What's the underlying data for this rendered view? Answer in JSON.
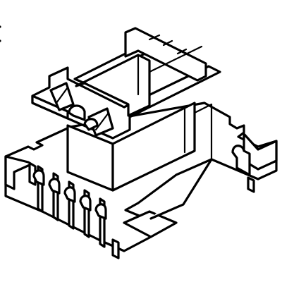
{
  "figure": {
    "subject": "transformer-bobbin",
    "style": "black-line-drawing-on-white",
    "colors": {
      "line": "#000000",
      "background": "#ffffff"
    },
    "pin_count_visible": 5
  }
}
